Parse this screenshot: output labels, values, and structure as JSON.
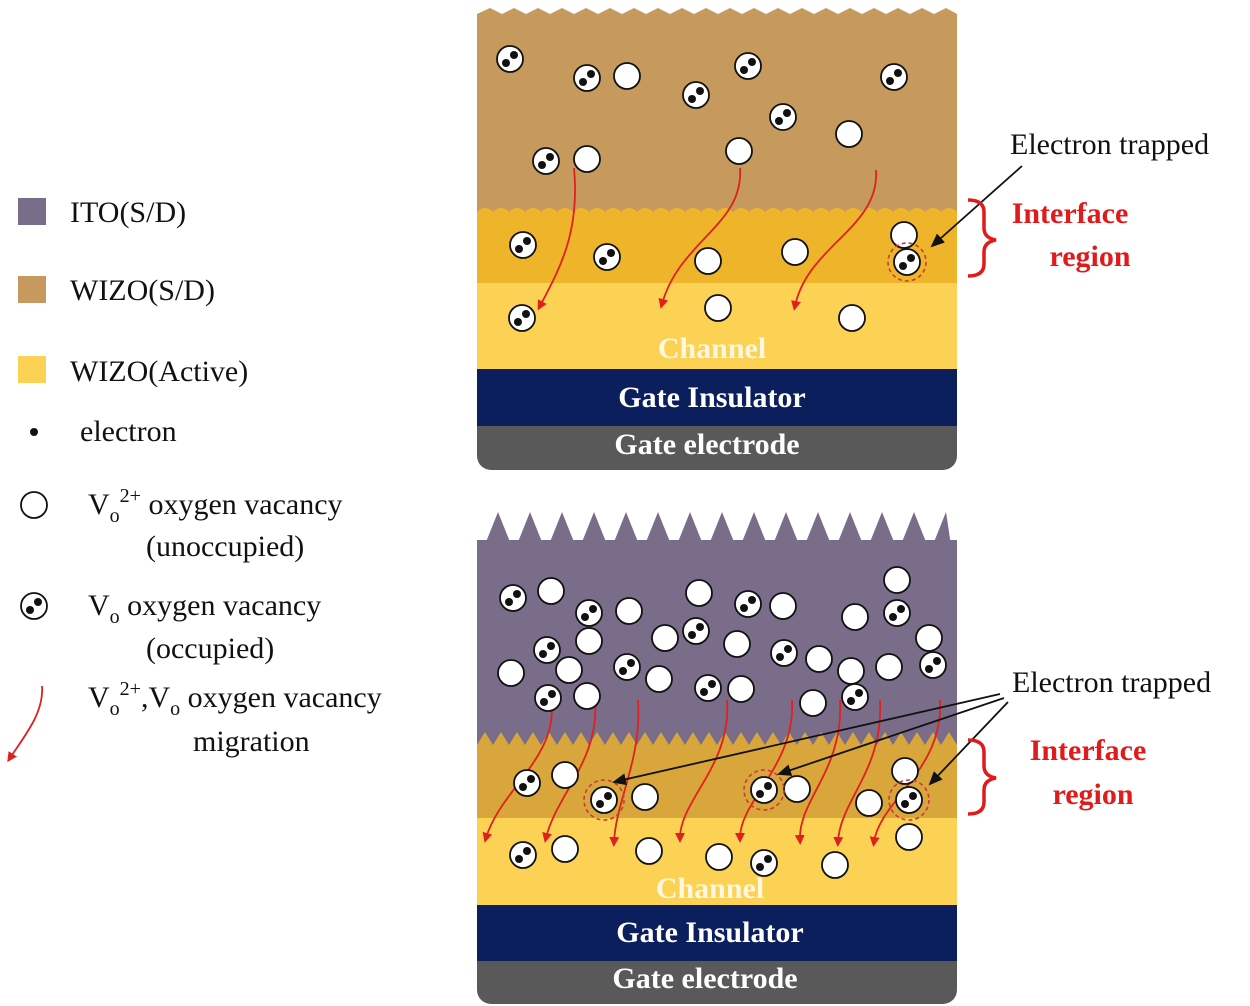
{
  "legend": {
    "items": [
      {
        "label": "ITO(S/D)",
        "color": "#7a6d8a",
        "icon": "square-swatch"
      },
      {
        "label": "WIZO(S/D)",
        "color": "#c69a5c",
        "icon": "square-swatch"
      },
      {
        "label": "WIZO(Active)",
        "color": "#fcd255",
        "icon": "square-swatch"
      },
      {
        "label": "electron",
        "icon": "dot-icon"
      }
    ],
    "vacancy_unoccupied": {
      "symbol": "V",
      "sub": "o",
      "sup": "2+",
      "text": " oxygen vacancy",
      "line2": "(unoccupied)"
    },
    "vacancy_occupied": {
      "symbol": "V",
      "sub": "o",
      "text": " oxygen vacancy",
      "line2": "(occupied)"
    },
    "migration": {
      "symbol": "V",
      "sub": "o",
      "sup": "2+",
      "sep": ",V",
      "sub2": "o",
      "text": " oxygen vacancy",
      "line2": "migration"
    }
  },
  "top_device": {
    "channel_label": "Channel",
    "insulator_label": "Gate Insulator",
    "electrode_label": "Gate electrode",
    "callout": "Electron trapped",
    "interface_line1": "Interface",
    "interface_line2": "region"
  },
  "bottom_device": {
    "channel_label": "Channel",
    "insulator_label": "Gate Insulator",
    "electrode_label": "Gate electrode",
    "callout": "Electron trapped",
    "interface_line1": "Interface",
    "interface_line2": "region"
  },
  "colors": {
    "ito": "#7a6d8a",
    "wizo_sd": "#c69a5c",
    "interface": "#efb52a",
    "interface_bottom": "#d8a63a",
    "active": "#fcd255",
    "insulator": "#0b1f5c",
    "electrode": "#595959",
    "accent_red": "#e11b1b"
  }
}
